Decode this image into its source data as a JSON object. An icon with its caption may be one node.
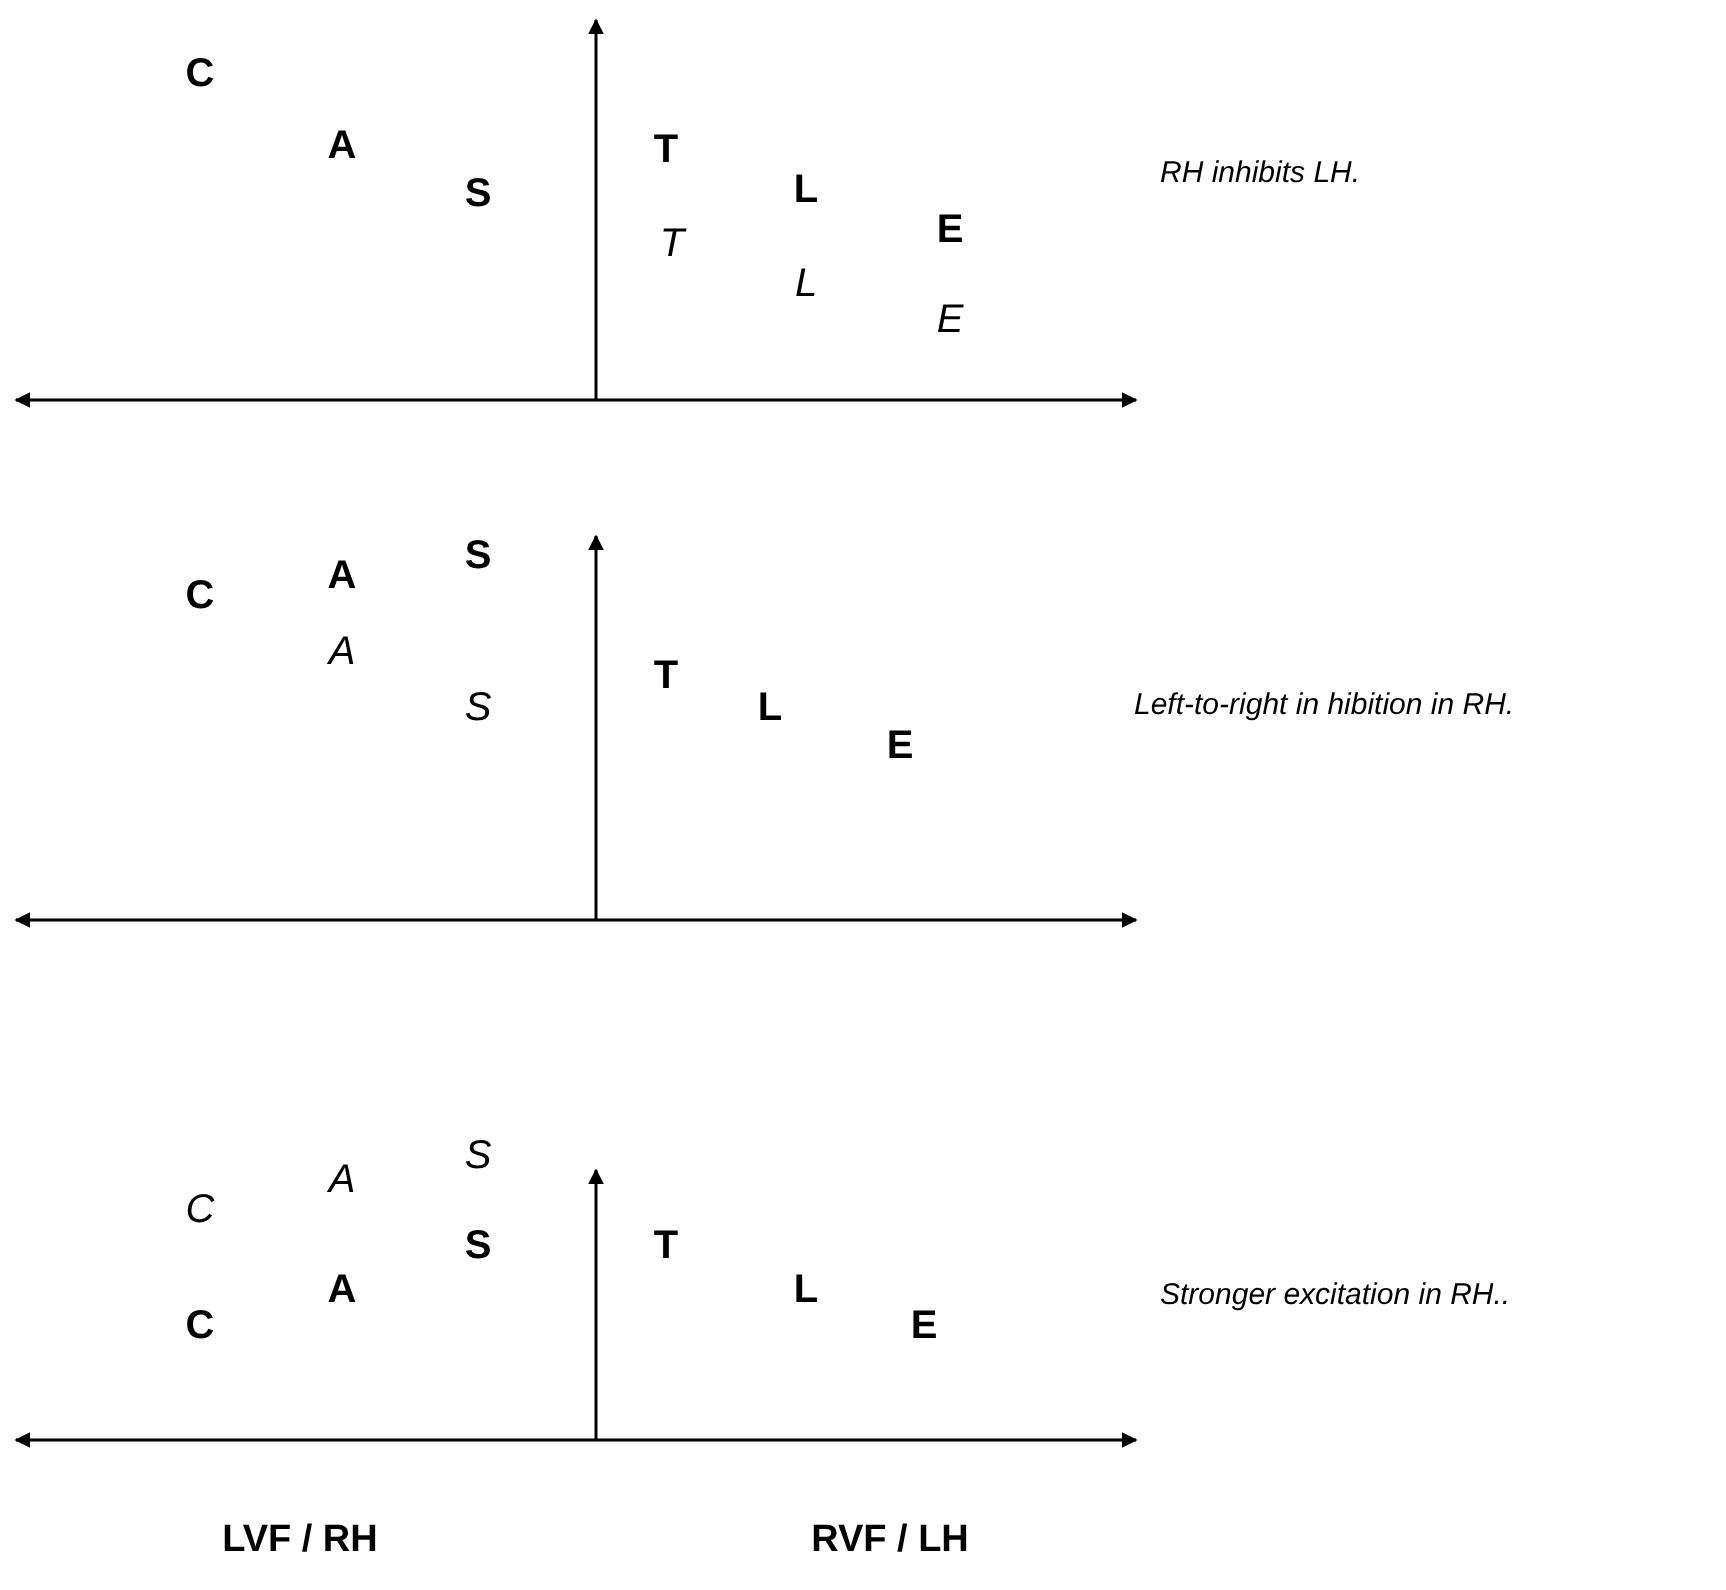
{
  "diagram": {
    "labels": [
      "C",
      "A",
      "T",
      "S",
      "L",
      "RH inhibits LH.",
      "E",
      "T",
      "L",
      "E",
      "S",
      "A",
      "C",
      "A",
      "T",
      "S",
      "L",
      "Left-to-right in hibition in RH.",
      "E",
      "S",
      "A",
      "C",
      "S",
      "T",
      "A",
      "L",
      "Stronger excitation in RH..",
      "C",
      "E",
      "LVF / RH",
      "RVF / LH"
    ]
  }
}
